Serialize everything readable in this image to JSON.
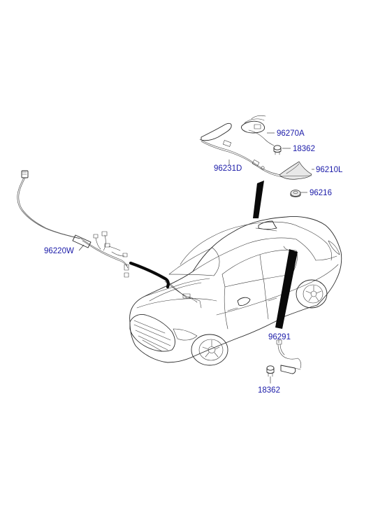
{
  "parts": [
    {
      "id": "antenna-cable-assy",
      "number": "96270A"
    },
    {
      "id": "antenna-screw-top",
      "number": "18362"
    },
    {
      "id": "roof-antenna-feeder",
      "number": "96231D"
    },
    {
      "id": "roof-antenna",
      "number": "96210L"
    },
    {
      "id": "antenna-nut",
      "number": "96216"
    },
    {
      "id": "main-antenna-feeder",
      "number": "96220W"
    },
    {
      "id": "antenna-extension",
      "number": "96291"
    },
    {
      "id": "antenna-screw-bottom",
      "number": "18362"
    }
  ]
}
